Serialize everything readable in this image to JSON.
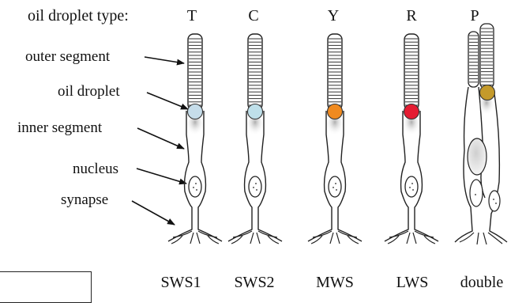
{
  "header": {
    "title": "oil droplet type:"
  },
  "structure_labels": [
    "outer segment",
    "oil droplet",
    "inner segment",
    "nucleus",
    "synapse"
  ],
  "cells": [
    {
      "droplet_type": "T",
      "photoreceptor": "SWS1",
      "droplet_color": "#c6ddea"
    },
    {
      "droplet_type": "C",
      "photoreceptor": "SWS2",
      "droplet_color": "#bfe0ea"
    },
    {
      "droplet_type": "Y",
      "photoreceptor": "MWS",
      "droplet_color": "#f08a1f"
    },
    {
      "droplet_type": "R",
      "photoreceptor": "LWS",
      "droplet_color": "#e41c32"
    },
    {
      "droplet_type": "P",
      "photoreceptor": "double",
      "droplet_color": "#c49a2a"
    }
  ]
}
